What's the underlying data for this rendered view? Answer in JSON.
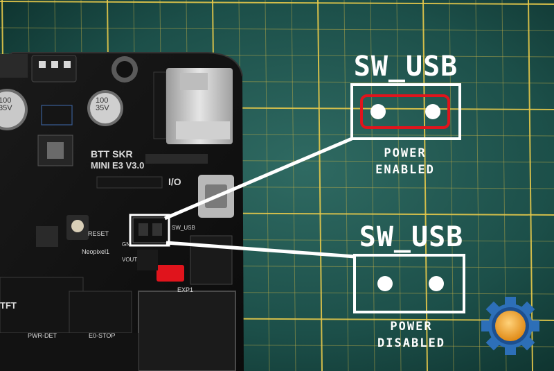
{
  "annotations": {
    "top": {
      "title": "SW_USB",
      "caption_line1": "POWER",
      "caption_line2": "ENABLED"
    },
    "bottom": {
      "title": "SW_USB",
      "caption_line1": "POWER",
      "caption_line2": "DISABLED"
    }
  },
  "board": {
    "model_line1": "BTT SKR",
    "model_line2": "MINI E3 V3.0",
    "labels": {
      "io": "I/O",
      "reset": "RESET",
      "sw_usb": "SW_USB",
      "neopixel": "Neopixel1",
      "tft": "TFT",
      "pwr_det": "PWR-DET",
      "e0_stop": "E0-STOP",
      "exp1": "EXP1",
      "cap1": "100\n35V",
      "cap2": "100\n35V",
      "vout": "VOUT",
      "gnd": "GN"
    }
  },
  "logo": {
    "icon": "gear-icon"
  },
  "colors": {
    "highlight": "#e0141c",
    "annotation": "#ffffff",
    "gear_blue": "#2d6fb8",
    "gear_orange": "#f0a030",
    "mat_green": "#1f5a52"
  }
}
